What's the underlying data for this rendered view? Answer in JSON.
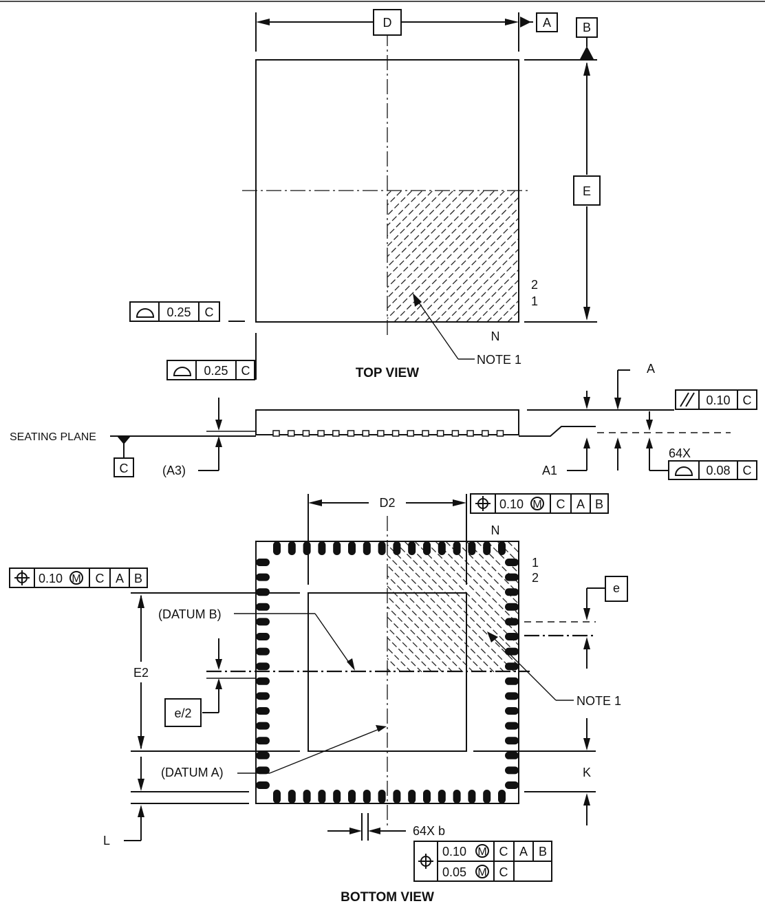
{
  "views": {
    "top": "TOP VIEW",
    "bottom": "BOTTOM VIEW"
  },
  "dims": {
    "D": "D",
    "E": "E",
    "D2": "D2",
    "E2": "E2",
    "A": "A",
    "A1": "A1",
    "A3": "(A3)",
    "K": "K",
    "L": "L",
    "e": "e",
    "e_half": "e/2",
    "b": "64X b",
    "count64": "64X"
  },
  "datums": {
    "A": "A",
    "B": "B",
    "C": "C",
    "datum_a_label": "(DATUM A)",
    "datum_b_label": "(DATUM B)"
  },
  "notes": {
    "note1_top": "NOTE 1",
    "note1_bottom": "NOTE 1",
    "seating_plane": "SEATING PLANE"
  },
  "pins": {
    "top_2": "2",
    "top_1": "1",
    "top_n": "N",
    "bottom_n": "N",
    "bottom_1": "1",
    "bottom_2": "2",
    "bottom_pad_count": 16
  },
  "tolerances": {
    "flat_top_left": {
      "value": "0.25",
      "datum": "C"
    },
    "flat_side_left": {
      "value": "0.25",
      "datum": "C"
    },
    "parallel": {
      "value": "0.10",
      "datum": "C"
    },
    "flat_064": {
      "value": "0.08",
      "datum": "C"
    },
    "pos_d2": {
      "value": "0.10",
      "mod": "M",
      "datums": [
        "C",
        "A",
        "B"
      ]
    },
    "pos_e2": {
      "value": "0.10",
      "mod": "M",
      "datums": [
        "C",
        "A",
        "B"
      ]
    },
    "pos_b_row1": {
      "value": "0.10",
      "mod": "M",
      "datums": [
        "C",
        "A",
        "B"
      ]
    },
    "pos_b_row2": {
      "value": "0.05",
      "mod": "M",
      "datums": [
        "C"
      ]
    }
  }
}
